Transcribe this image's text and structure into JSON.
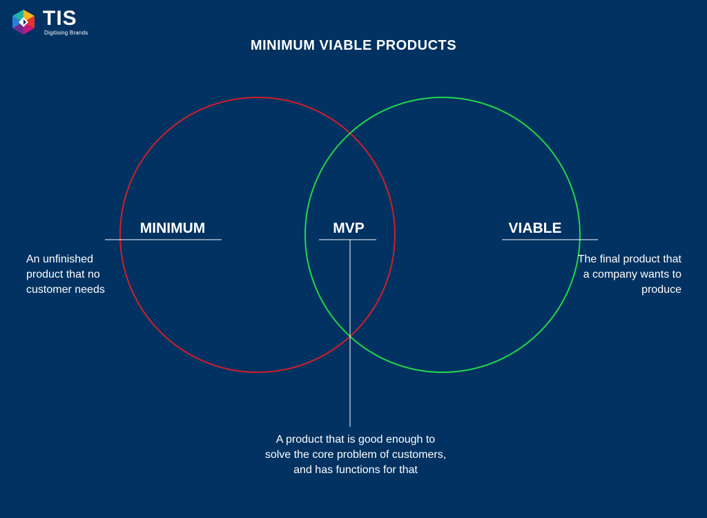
{
  "logo": {
    "name": "TIS",
    "tagline": "Digitising Brands"
  },
  "title": "MINIMUM VIABLE PRODUCTS",
  "colors": {
    "background": "#023261",
    "minimum_circle": "#d11f2b",
    "viable_circle": "#1fd94a",
    "lines": "#ffffff"
  },
  "sets": [
    {
      "id": "minimum",
      "label": "MINIMUM",
      "description": "An unfinished product that no customer needs"
    },
    {
      "id": "mvp",
      "label": "MVP",
      "description": "A product that is good enough to solve the core problem of customers, and has functions for that"
    },
    {
      "id": "viable",
      "label": "VIABLE",
      "description": "The final product that a company wants to produce"
    }
  ]
}
